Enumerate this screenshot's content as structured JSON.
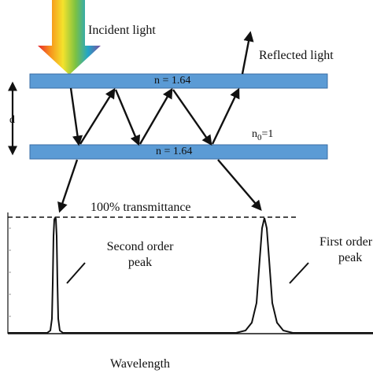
{
  "labels": {
    "incident": "Incident light",
    "reflected": "Reflected light",
    "thickness": "d",
    "n_top": "n = 1.64",
    "n_bottom": "n = 1.64",
    "n0_base": "n",
    "n0_sub": "0",
    "n0_value": "=1",
    "transmittance": "100% transmittance",
    "second_order_line1": "Second order",
    "second_order_line2": "peak",
    "first_order_line1": "First order",
    "first_order_line2": "peak",
    "x_axis": "Wavelength"
  },
  "colors": {
    "plate_fill": "#5b9bd5",
    "plate_stroke": "#3a6ea5",
    "ink": "#111111"
  }
}
